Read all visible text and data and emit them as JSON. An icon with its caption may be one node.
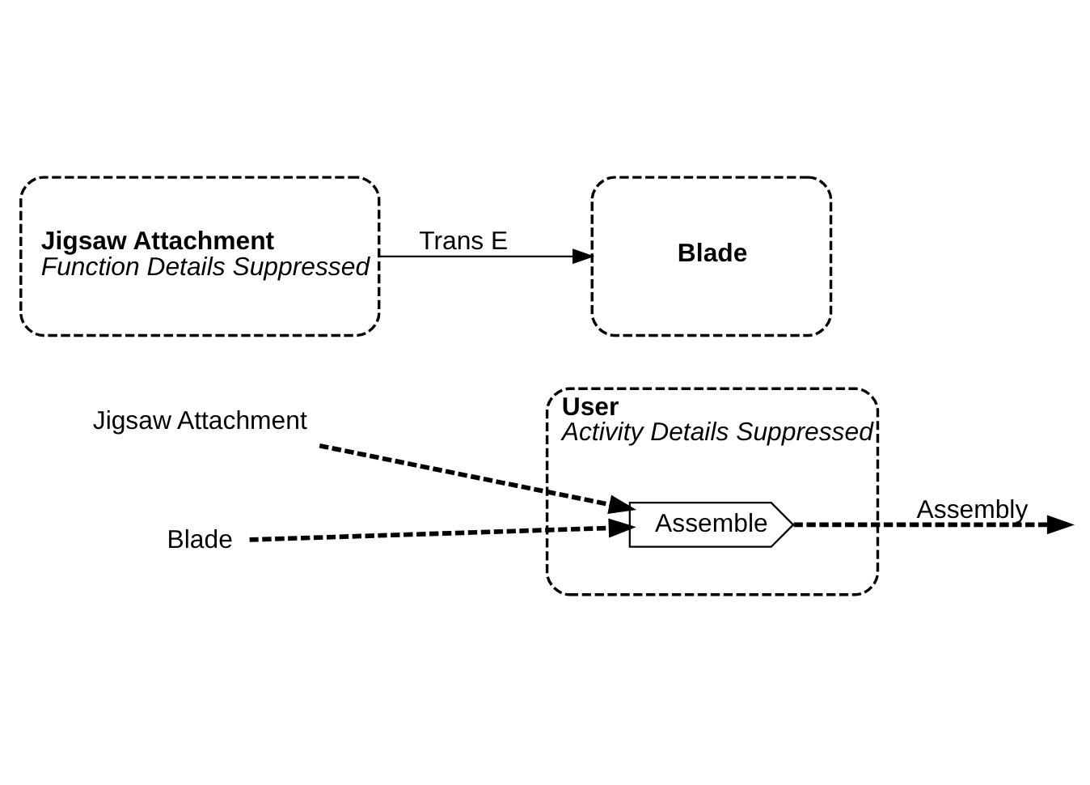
{
  "diagram": {
    "nodes": [
      {
        "text": [
          "User",
          "Activity Details Suppressed"
        ]
      },
      {
        "text": [
          "Jigsaw Attachment"
        ]
      },
      {
        "text": [
          "Blade"
        ]
      },
      {
        "text": [
          "Assemble"
        ],
        "in": 0
      },
      {
        "text": [
          "Jigsaw Attachment",
          "Function Details Suppressed"
        ]
      },
      {
        "text": [
          "Blade"
        ]
      }
    ],
    "edges": [
      {
        "from": 1,
        "to": 3,
        "arrow": "to",
        "style": "dashed"
      },
      {
        "from": 2,
        "to": 3,
        "arrow": "to",
        "style": "dashed"
      },
      {
        "from": 3,
        "to": null,
        "arrow": "to",
        "style": "dashed",
        "label": "Assembly"
      },
      {
        "from": 4,
        "to": 5,
        "arrow": "to",
        "label": "Trans E"
      }
    ]
  }
}
